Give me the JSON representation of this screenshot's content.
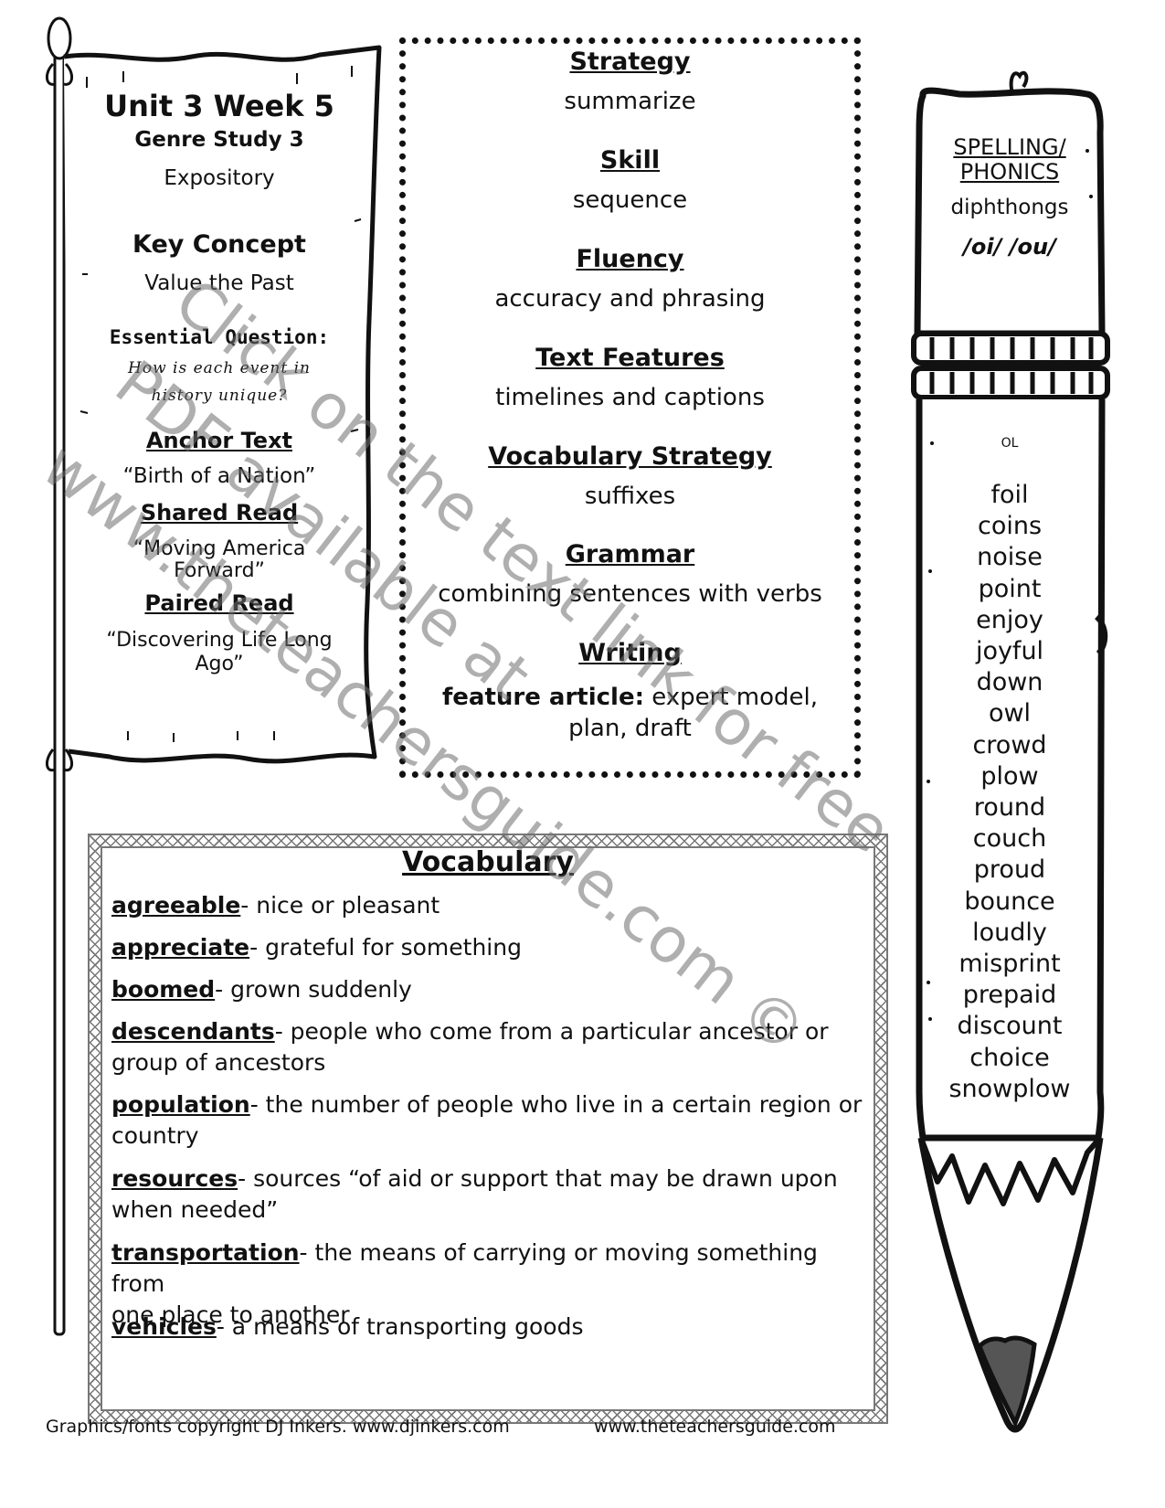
{
  "flag": {
    "title": "Unit 3 Week 5",
    "genre_study": "Genre Study 3",
    "genre": "Expository",
    "key_concept_label": "Key Concept",
    "key_concept": "Value the Past",
    "essential_question_label": "Essential Question:",
    "essential_question_line1": "How is each event in",
    "essential_question_line2": "history unique?",
    "anchor_text_label": "Anchor Text",
    "anchor_text": "“Birth of a Nation”",
    "shared_read_label": "Shared Read",
    "shared_read_line1": "“Moving America",
    "shared_read_line2": "Forward”",
    "paired_read_label": "Paired Read",
    "paired_read_line1": "“Discovering Life Long",
    "paired_read_line2": "Ago”"
  },
  "skills": [
    {
      "label": "Strategy",
      "value": "summarize"
    },
    {
      "label": "Skill",
      "value": "sequence"
    },
    {
      "label": "Fluency",
      "value": "accuracy and phrasing"
    },
    {
      "label": "Text Features",
      "value": "timelines and captions"
    },
    {
      "label": "Vocabulary Strategy",
      "value": "suffixes"
    },
    {
      "label": "Grammar",
      "value": "combining sentences with verbs"
    }
  ],
  "writing": {
    "label": "Writing",
    "bold_part": "feature article:",
    "rest_line1": " expert model,",
    "line2": "plan, draft"
  },
  "vocabulary": {
    "title": "Vocabulary",
    "items": [
      {
        "term": "agreeable",
        "def_line1": "- nice or pleasant",
        "def_line2": ""
      },
      {
        "term": "appreciate",
        "def_line1": "- grateful for something",
        "def_line2": ""
      },
      {
        "term": "boomed",
        "def_line1": "- grown suddenly",
        "def_line2": ""
      },
      {
        "term": "descendants",
        "def_line1": "- people who come from a particular ancestor or",
        "def_line2": "group of ancestors"
      },
      {
        "term": "population",
        "def_line1": "- the number of people who live in a certain region or",
        "def_line2": "country"
      },
      {
        "term": "resources",
        "def_line1": "- sources “of aid or support that may be drawn upon",
        "def_line2": "when needed”"
      },
      {
        "term": "transportation",
        "def_line1": "- the means of carrying or moving something from",
        "def_line2": "one place to another"
      },
      {
        "term": "vehicles",
        "def_line1": "- a means of transporting goods",
        "def_line2": ""
      }
    ]
  },
  "spelling": {
    "heading_line1": "SPELLING/",
    "heading_line2": "PHONICS",
    "pattern": "diphthongs",
    "sounds": "/oi/  /ou/",
    "level": "OL",
    "words": [
      "foil",
      "coins",
      "noise",
      "point",
      "enjoy",
      "joyful",
      "down",
      "owl",
      "crowd",
      "plow",
      "round",
      "couch",
      "proud",
      "bounce",
      "loudly",
      "misprint",
      "prepaid",
      "discount",
      "choice",
      "snowplow"
    ]
  },
  "footer": {
    "copyright": "Graphics/fonts copyright DJ Inkers. www.djinkers.com",
    "site": "www.theteachersguide.com"
  },
  "watermark": {
    "line1": "Click on the text link for free",
    "line2": "PDF available at",
    "line3": "www.theteachersguide.com ©"
  }
}
